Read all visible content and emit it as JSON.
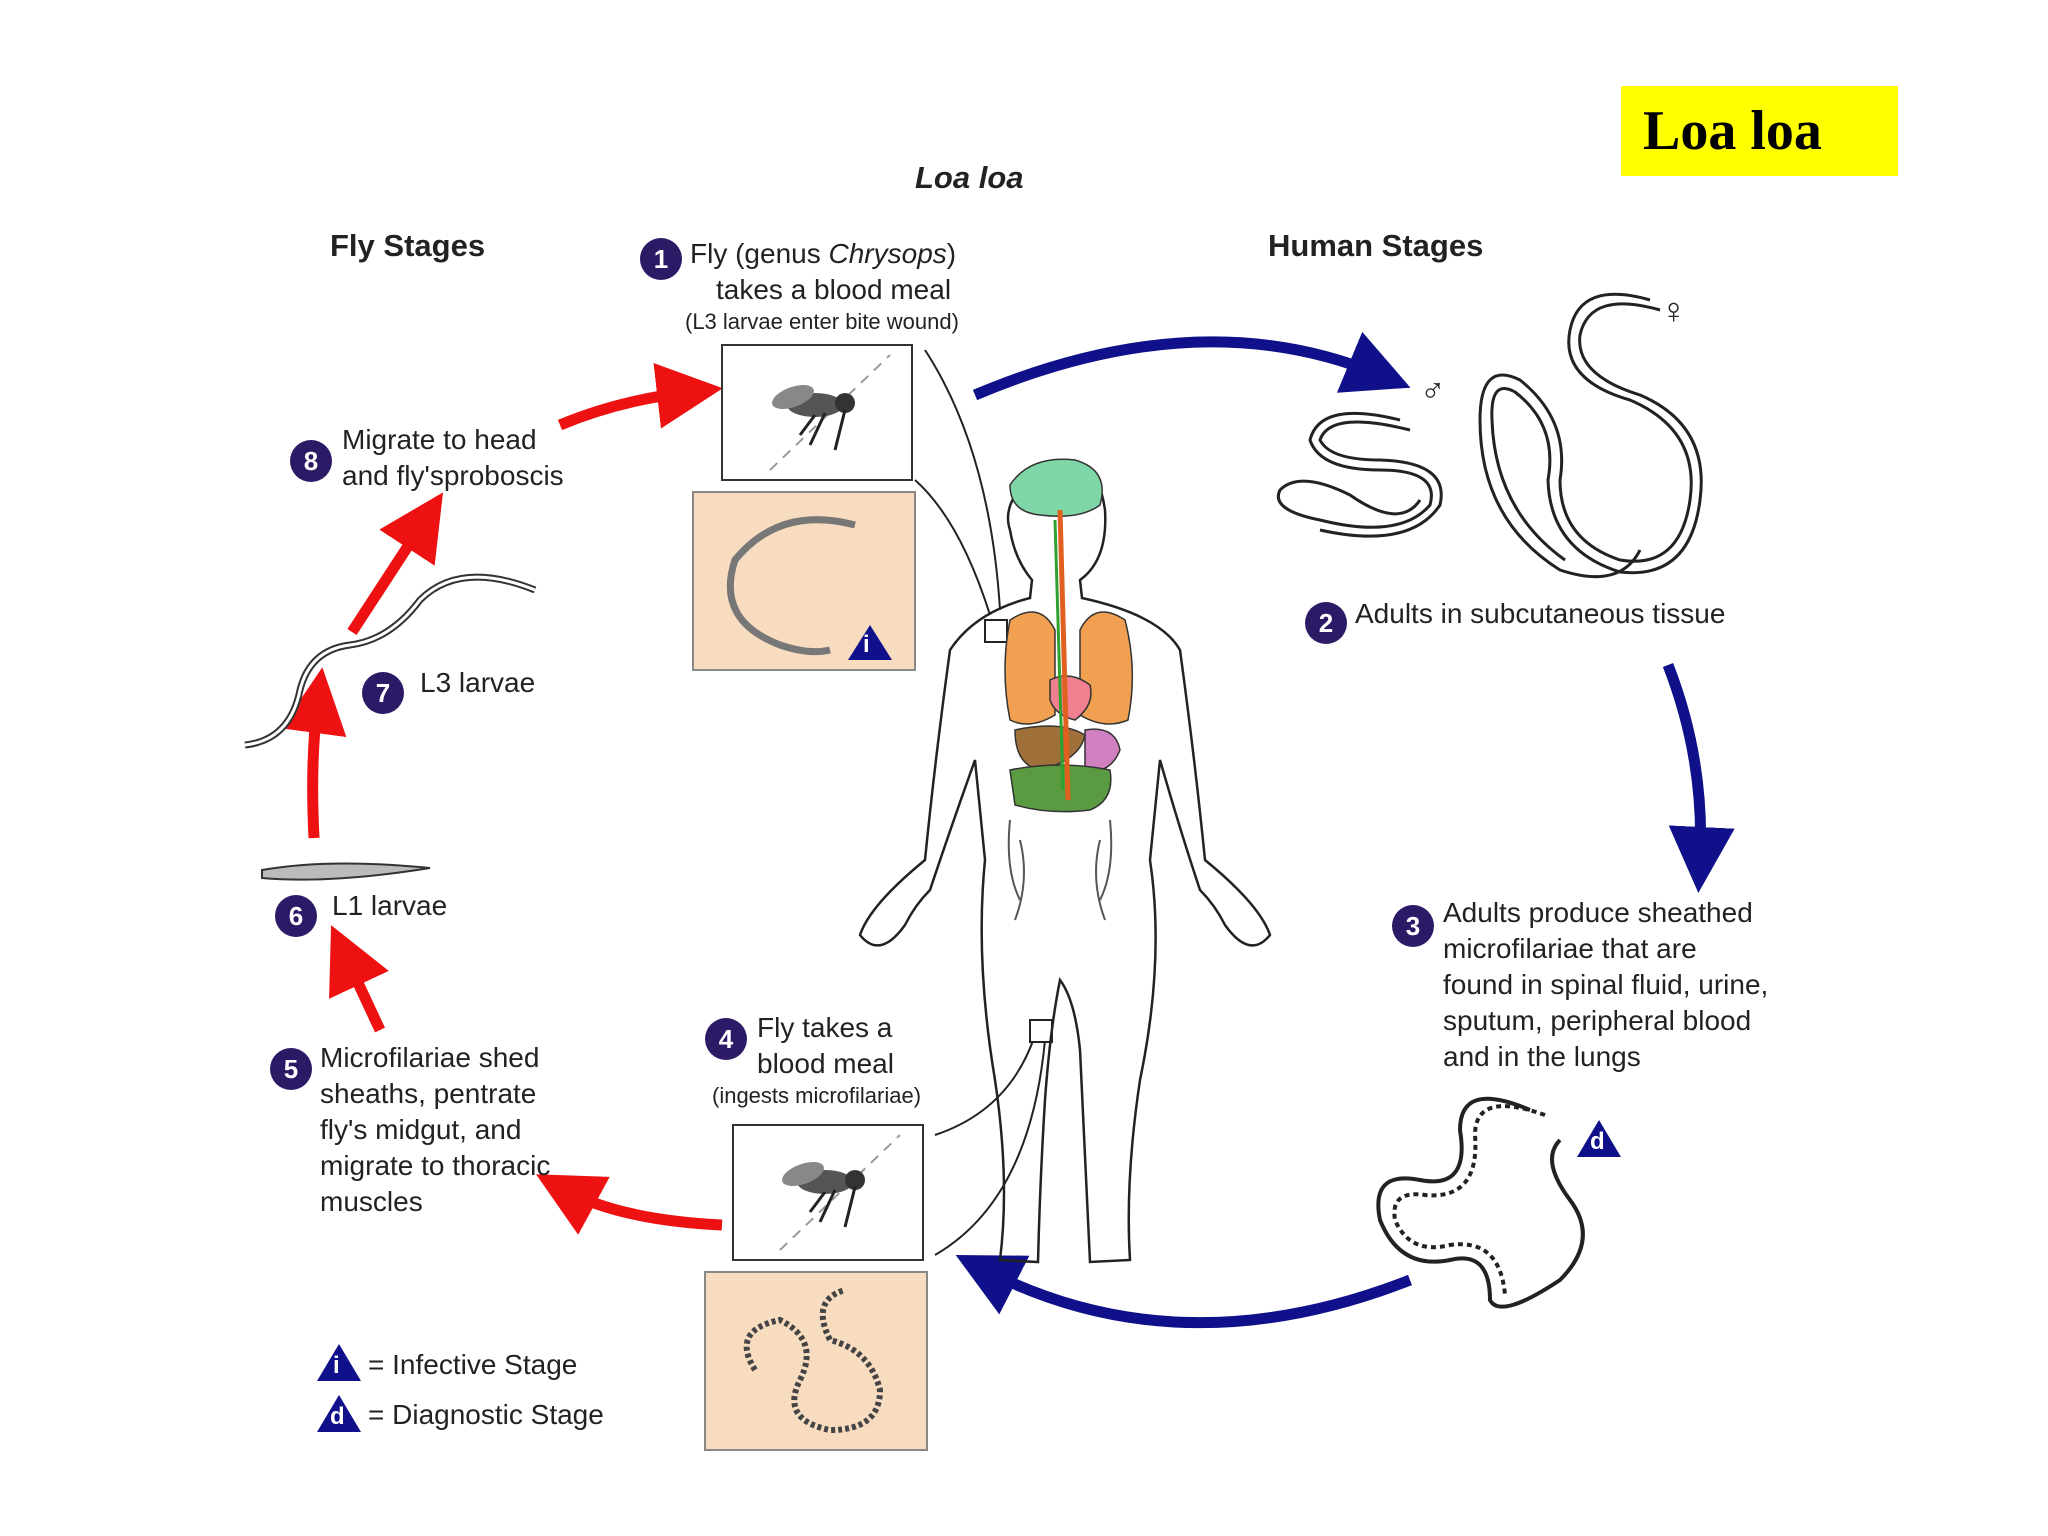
{
  "badge_title": "Loa loa",
  "diagram": {
    "title": "Loa loa",
    "fly_heading": "Fly Stages",
    "human_heading": "Human Stages",
    "steps": [
      {
        "num": "1",
        "line1_pre": "Fly (genus ",
        "line1_italic": "Chrysops",
        "line1_post": ")",
        "line2": "takes a blood meal",
        "note": "(L3 larvae enter bite wound)"
      },
      {
        "num": "2",
        "text": "Adults in subcutaneous tissue"
      },
      {
        "num": "3",
        "lines": [
          "Adults produce sheathed",
          "microfilariae that are",
          "found in spinal fluid, urine,",
          "sputum, peripheral blood",
          "and in the lungs"
        ]
      },
      {
        "num": "4",
        "lines": [
          "Fly takes a",
          "blood meal"
        ],
        "note": "(ingests microfilariae)"
      },
      {
        "num": "5",
        "lines": [
          "Microfilariae shed",
          "sheaths, pentrate",
          "fly's midgut, and",
          "migrate to thoracic",
          "muscles"
        ]
      },
      {
        "num": "6",
        "text": "L1 larvae"
      },
      {
        "num": "7",
        "text": "L3 larvae"
      },
      {
        "num": "8",
        "lines": [
          "Migrate to head",
          "and fly'sproboscis"
        ]
      }
    ],
    "legend": [
      {
        "letter": "i",
        "text": "= Infective Stage"
      },
      {
        "letter": "d",
        "text": "= Diagnostic Stage"
      }
    ],
    "markers": {
      "infective": "i",
      "diagnostic": "d",
      "male": "♂",
      "female": "♀"
    },
    "colors": {
      "fly_arrow": "#ee1111",
      "human_arrow": "#10108a",
      "badge": "#2c1a66",
      "panel": "#f8dcc0",
      "highlight": "#ffff00",
      "brain": "#7fd6a6",
      "lungs": "#f0a050",
      "heart": "#f08090",
      "liver": "#a0703a"
    }
  }
}
